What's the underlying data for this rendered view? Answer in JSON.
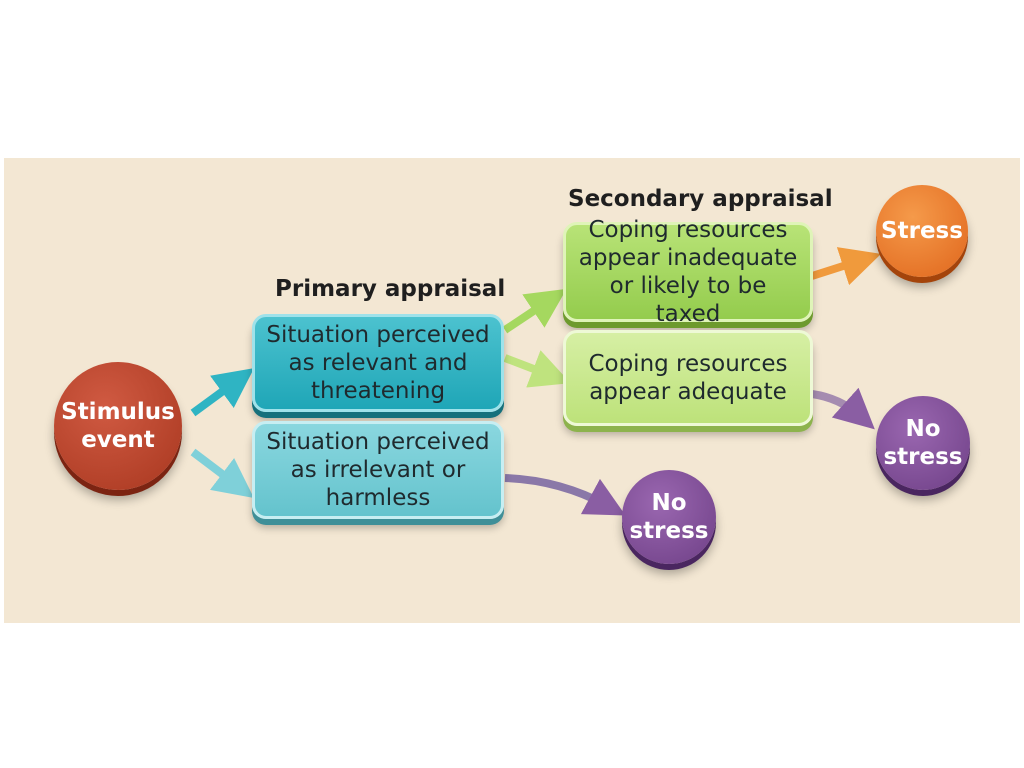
{
  "headings": {
    "primary": "Primary appraisal",
    "secondary": "Secondary appraisal"
  },
  "nodes": {
    "stimulus": "Stimulus\nevent",
    "relevant": "Situation perceived\nas relevant and\nthreatening",
    "irrelevant": "Situation perceived\nas irrelevant or\nharmless",
    "inadequate": "Coping resources\nappear inadequate\nor likely to be taxed",
    "adequate": "Coping resources\nappear adequate",
    "stress": "Stress",
    "no_stress_primary": "No\nstress",
    "no_stress_secondary": "No\nstress"
  },
  "colors": {
    "background": "#f3e7d3",
    "stimulus": "#b9432a",
    "teal": "#2ab0c0",
    "light_teal": "#79cfd8",
    "green": "#a6d862",
    "light_green": "#cbe990",
    "stress": "#ec7a2a",
    "no_stress": "#7e4e96"
  }
}
